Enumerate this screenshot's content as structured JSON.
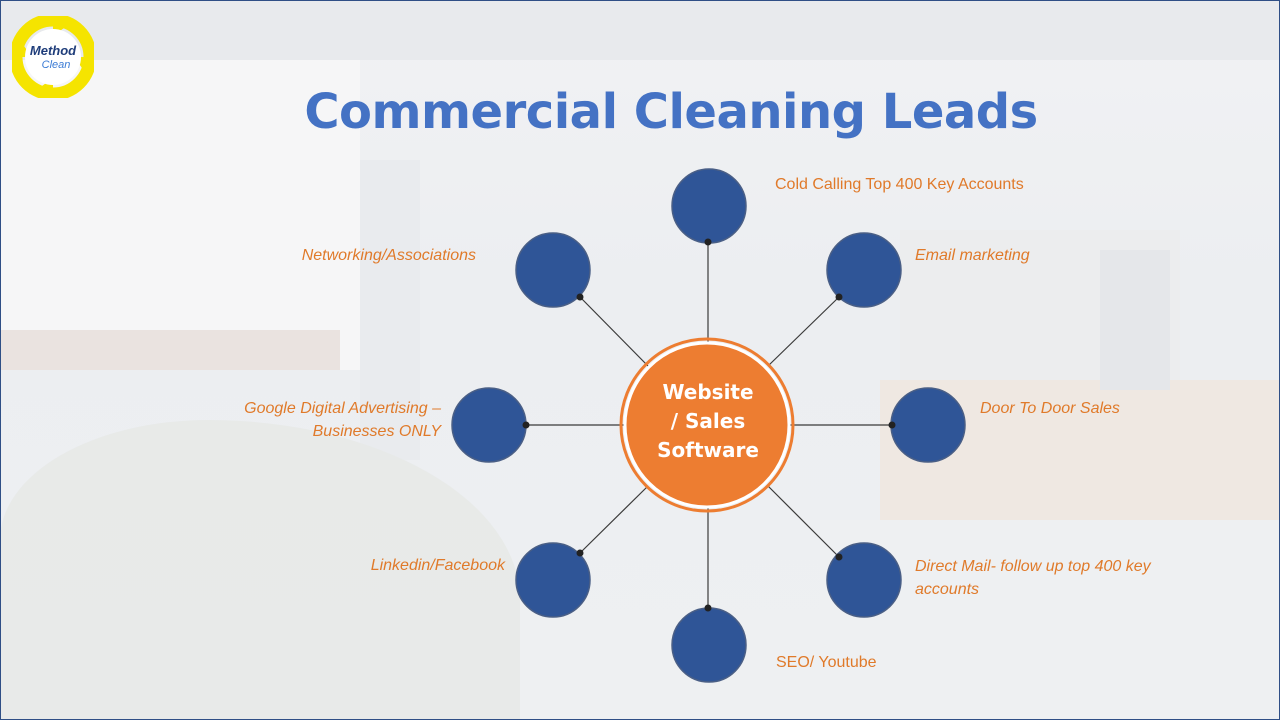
{
  "slide": {
    "title": "Commercial Cleaning Leads",
    "logo": {
      "line1": "Method",
      "line2": "Clean"
    },
    "center_node": {
      "lines": [
        "Website",
        "/ Sales",
        "Software"
      ]
    },
    "nodes": [
      {
        "id": "top",
        "label": "Cold Calling Top 400 Key Accounts"
      },
      {
        "id": "upper-right",
        "label": "Email marketing"
      },
      {
        "id": "right",
        "label": "Door To Door Sales"
      },
      {
        "id": "lower-right",
        "label_lines": [
          "Direct Mail- follow up top 400 key",
          "accounts"
        ]
      },
      {
        "id": "bottom",
        "label": "SEO/ Youtube"
      },
      {
        "id": "lower-left",
        "label": "Linkedin/Facebook"
      },
      {
        "id": "left",
        "label_lines": [
          "Google Digital Advertising –",
          "Businesses ONLY"
        ]
      },
      {
        "id": "upper-left",
        "label": "Networking/Associations"
      }
    ]
  },
  "colors": {
    "title": "#4472c4",
    "node_fill": "#2f5597",
    "center_fill": "#ed7d31",
    "label_text": "#e07a2a",
    "connector": "#3a3a3a",
    "logo_ring": "#f5e400"
  }
}
